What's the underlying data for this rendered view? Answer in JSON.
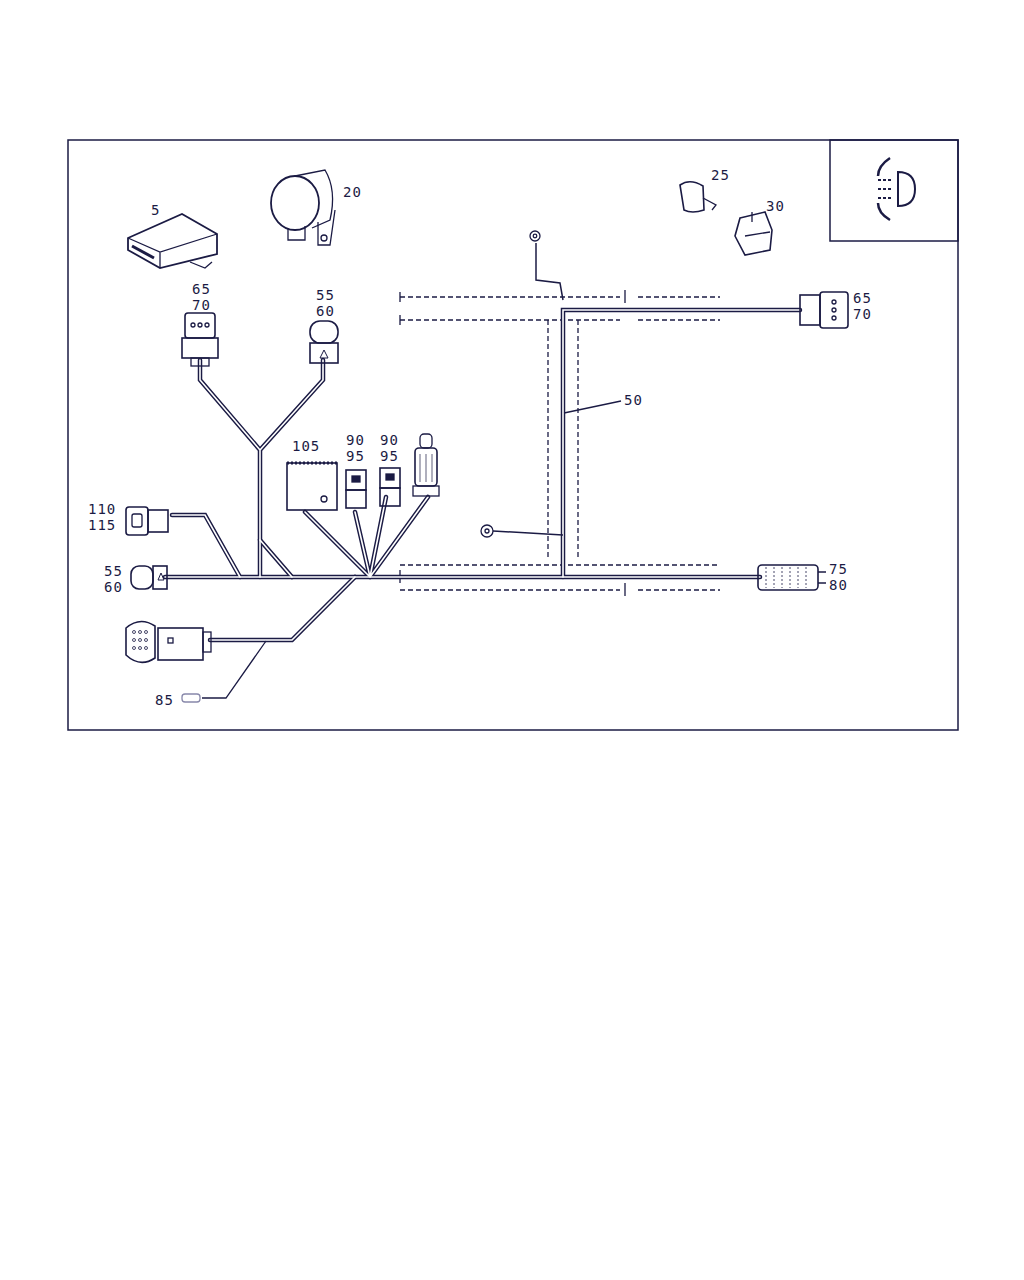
{
  "diagram": {
    "labels": [
      "5",
      "20",
      "25",
      "30",
      "65",
      "70",
      "55",
      "60",
      "65",
      "70",
      "50",
      "105",
      "90",
      "95",
      "90",
      "95",
      "110",
      "115",
      "55",
      "60",
      "75",
      "80",
      "85"
    ]
  }
}
